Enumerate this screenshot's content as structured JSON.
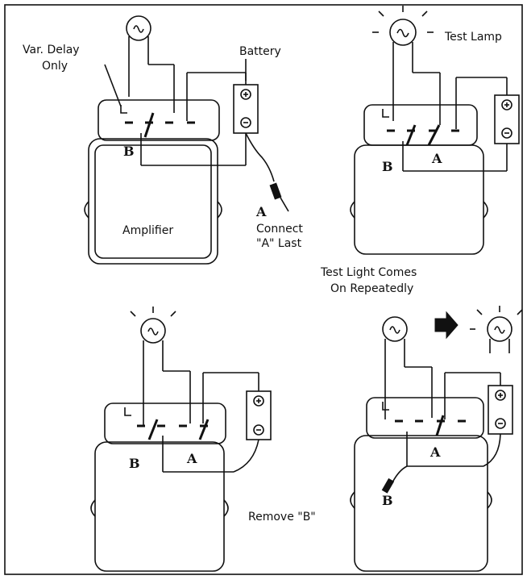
{
  "labels": {
    "var_delay_1": "Var. Delay",
    "var_delay_2": "Only",
    "battery": "Battery",
    "amplifier": "Amplifier",
    "connect_1": "Connect",
    "connect_2": "\"A\" Last",
    "test_lamp": "Test Lamp",
    "comes_1": "Test Light Comes",
    "comes_2": "On Repeatedly",
    "remove_b": "Remove \"B\"",
    "terminal_a": "A",
    "terminal_b": "B",
    "plus": "⊕",
    "minus": "⊖"
  }
}
